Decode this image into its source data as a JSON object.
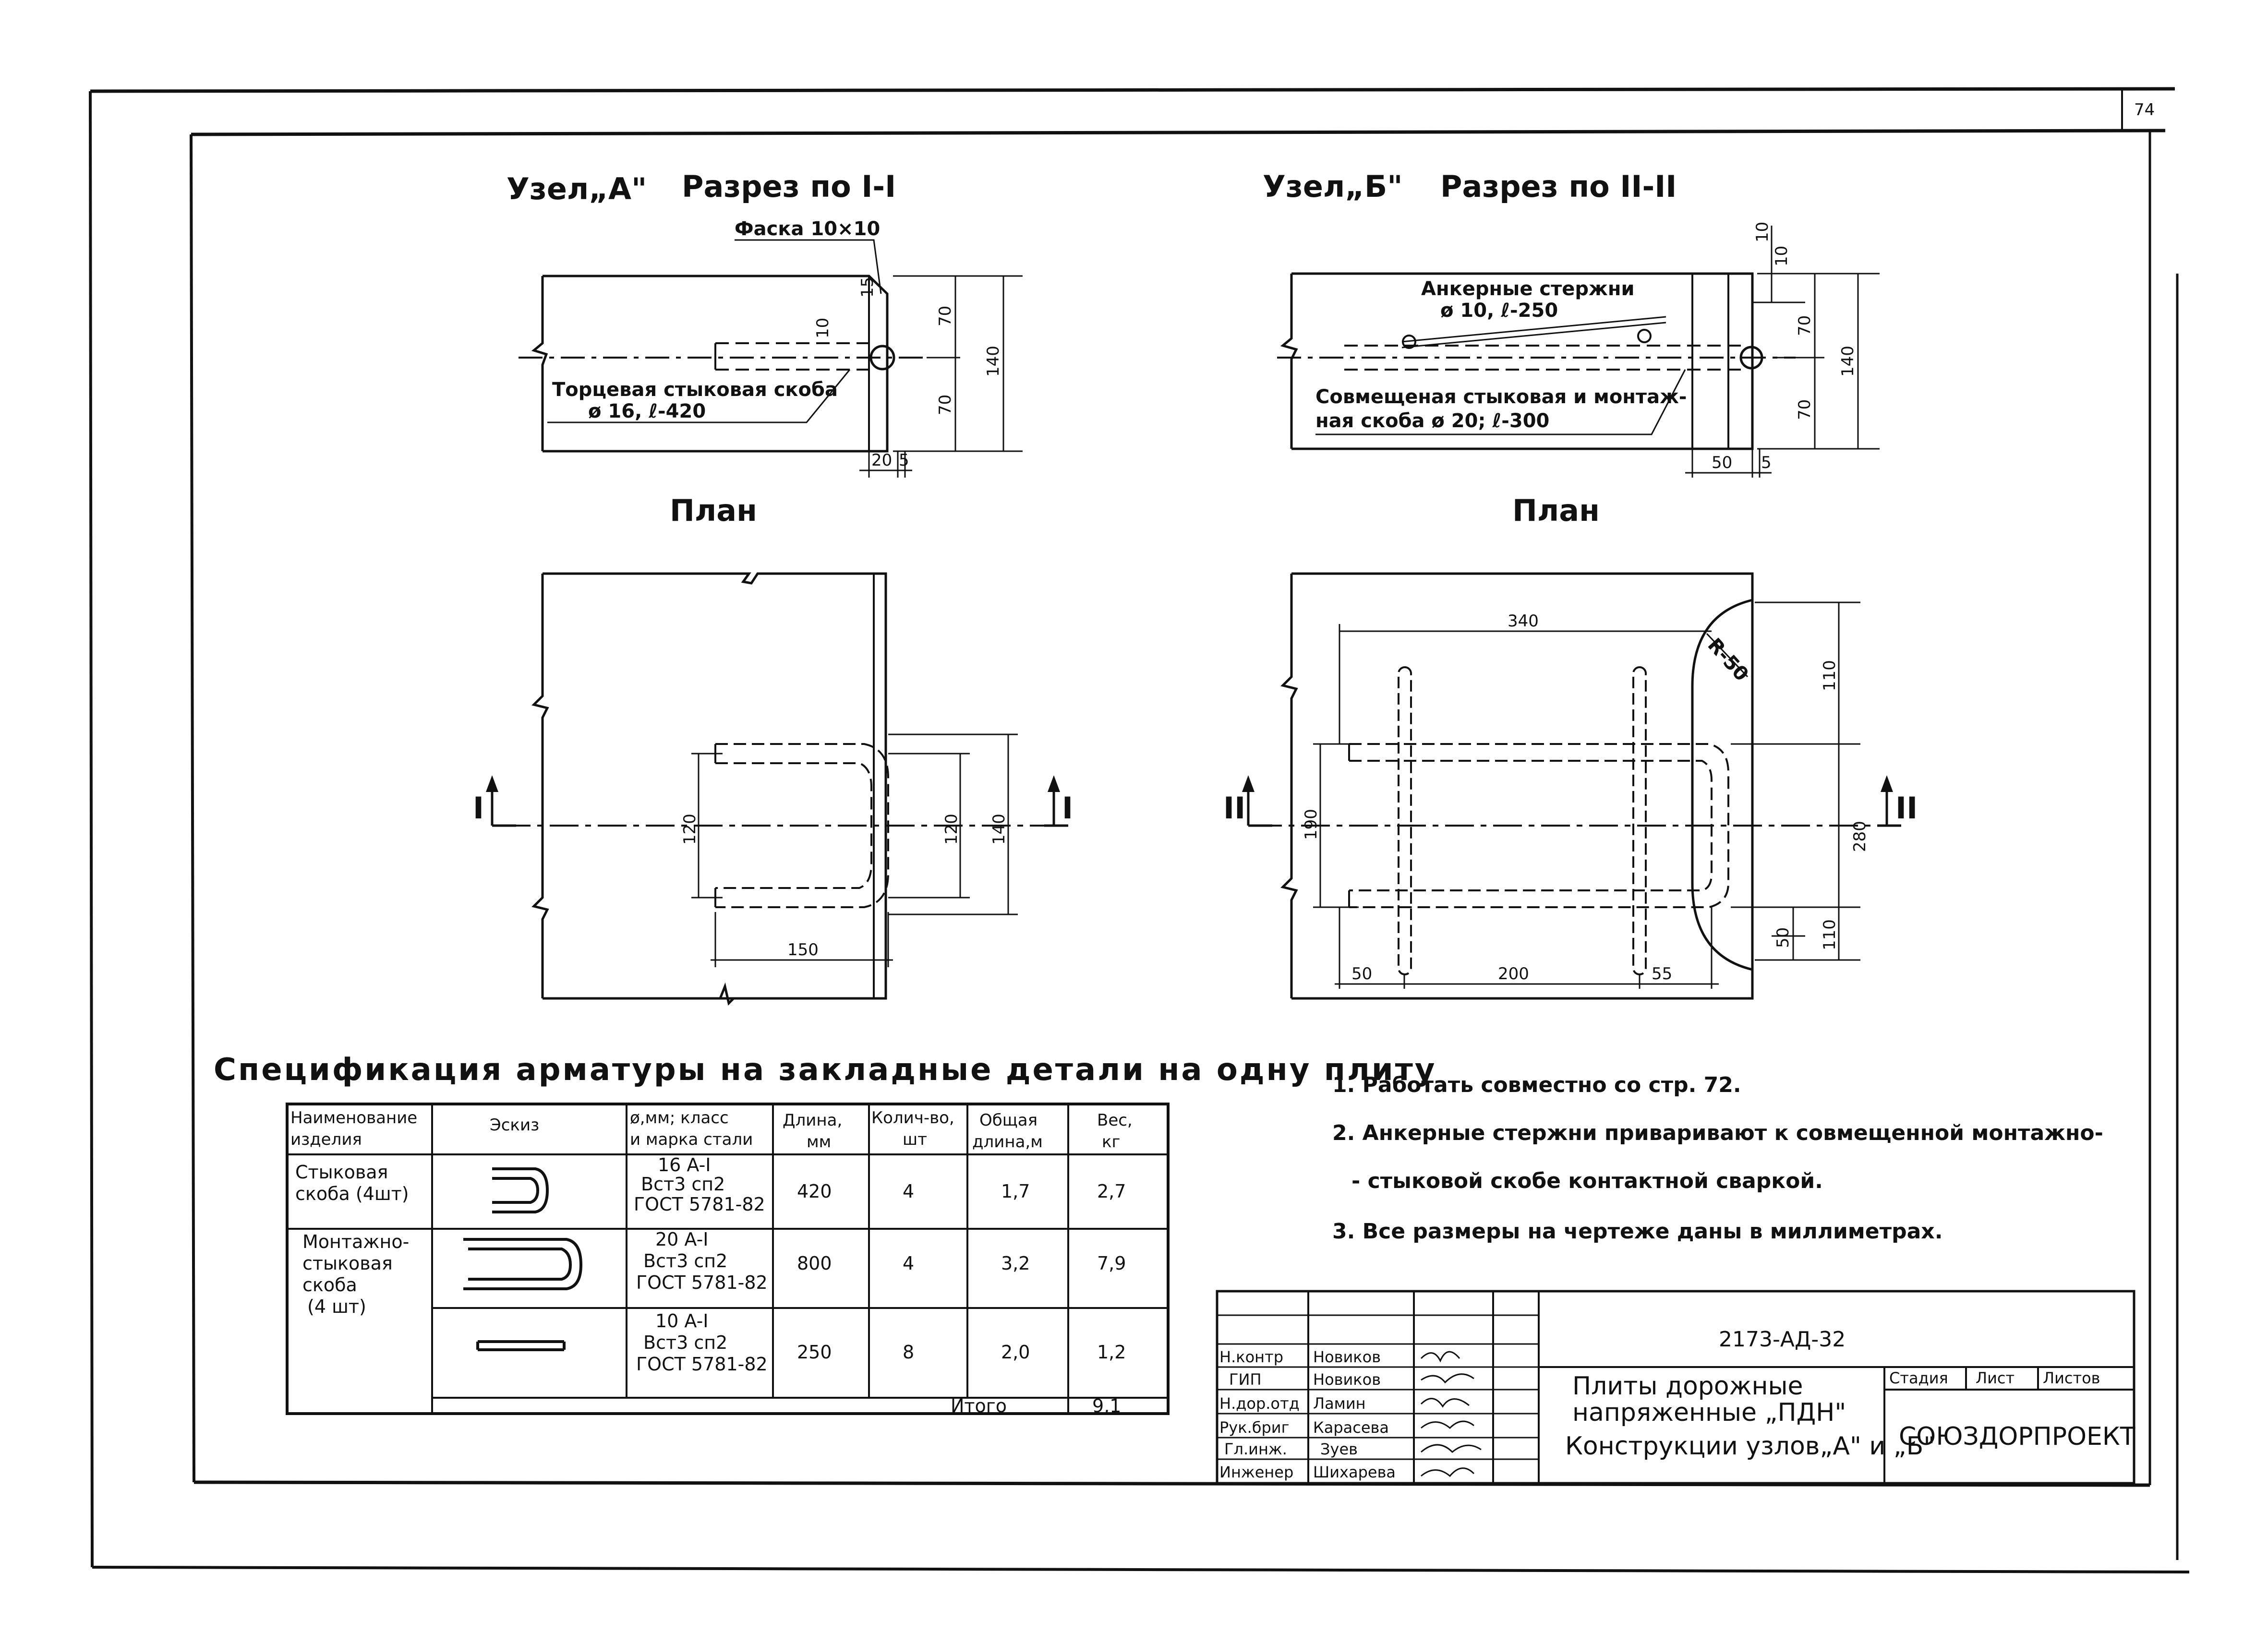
{
  "sheet_number": "74",
  "node_a": {
    "title": "Узел„А\"",
    "section_title": "Разрез по I-I",
    "chamfer": "Фаска 10×10",
    "bracket_label_1": "Торцевая стыковая скоба",
    "bracket_label_2": "ø 16, ℓ-420",
    "dims": {
      "d70_top": "70",
      "d70_bot": "70",
      "d140": "140",
      "d10": "10",
      "d15": "15",
      "d20": "20",
      "d5": "5"
    },
    "plan_title": "План",
    "plan_dims": {
      "d120_left": "120",
      "d120_right": "120",
      "d140": "140",
      "d150": "150"
    },
    "section_mark": "I"
  },
  "node_b": {
    "title": "Узел„Б\"",
    "section_title": "Разрез по II-II",
    "anchor_label_1": "Анкерные стержни",
    "anchor_label_2": "ø 10, ℓ-250",
    "bracket_label_1": "Совмещеная стыковая и монтаж-",
    "bracket_label_2": "ная скоба ø 20; ℓ-300",
    "dims": {
      "d10a": "10",
      "d10b": "10",
      "d70_top": "70",
      "d70_bot": "70",
      "d140": "140",
      "d50": "50",
      "d5": "5"
    },
    "plan_title": "План",
    "plan_dims": {
      "d340": "340",
      "r50": "R-50",
      "d110_top": "110",
      "d280": "280",
      "d110_bot": "110",
      "d50_right": "50",
      "d190": "190",
      "d50": "50",
      "d200": "200",
      "d55": "55"
    },
    "section_mark": "II"
  },
  "spec": {
    "title": "Спецификация арматуры на закладные детали на одну плиту",
    "headers": {
      "name_1": "Наименование",
      "name_2": "изделия",
      "sketch": "Эскиз",
      "steel_1": "ø,мм; класс",
      "steel_2": "и марка стали",
      "length_1": "Длина,",
      "length_2": "мм",
      "qty_1": "Колич-во,",
      "qty_2": "шт",
      "total_1": "Общая",
      "total_2": "длина,м",
      "weight_1": "Вес,",
      "weight_2": "кг"
    },
    "rows": [
      {
        "name_1": "Стыковая",
        "name_2": "скоба (4шт)",
        "name_3": "",
        "name_4": "",
        "steel_1": "16 A-I",
        "steel_2": "Вст3 сп2",
        "steel_3": "ГОСТ 5781-82",
        "length": "420",
        "qty": "4",
        "total": "1,7",
        "weight": "2,7"
      },
      {
        "name_1": "Монтажно-",
        "name_2": "стыковая",
        "name_3": "скоба",
        "name_4": "(4 шт)",
        "steel_1": "20 A-I",
        "steel_2": "Вст3 сп2",
        "steel_3": "ГОСТ 5781-82",
        "length": "800",
        "qty": "4",
        "total": "3,2",
        "weight": "7,9"
      },
      {
        "name_1": "",
        "name_2": "",
        "name_3": "",
        "name_4": "",
        "steel_1": "10 A-I",
        "steel_2": "Вст3 сп2",
        "steel_3": "ГОСТ 5781-82",
        "length": "250",
        "qty": "8",
        "total": "2,0",
        "weight": "1,2"
      }
    ],
    "total_label": "Итого",
    "total_value": "9,1"
  },
  "notes": [
    "1. Работать совместно со стр. 72.",
    "2. Анкерные стержни приваривают к совмещенной монтажно-",
    "- стыковой скобе контактной сваркой.",
    "3. Все размеры на чертеже даны в миллиметрах."
  ],
  "title_block": {
    "code": "2173-АД-32",
    "roles": [
      "Н.контр",
      "ГИП",
      "Н.дор.отд",
      "Рук.бриг",
      "Гл.инж.",
      "Инженер"
    ],
    "names": [
      "Новиков",
      "Новиков",
      "Ламин",
      "Карасева",
      "Зуев",
      "Шихарева"
    ],
    "title_1": "Плиты дорожные",
    "title_2": "напряженные „ПДН\"",
    "title_3": "Конструкции узлов„А\" и „Б\"",
    "stage": "Стадия",
    "sheet": "Лист",
    "sheets": "Листов",
    "org": "СОЮЗДОРПРОЕКТ"
  }
}
